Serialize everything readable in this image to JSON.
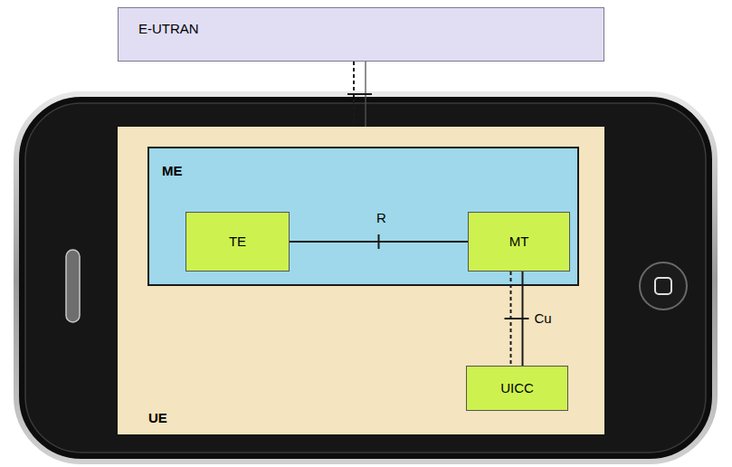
{
  "diagram": {
    "nodes": [
      {
        "text": [
          "E-UTRAN"
        ]
      },
      {
        "text": [
          "UE"
        ]
      },
      {
        "text": [
          "ME"
        ],
        "in": 1
      },
      {
        "text": [
          "TE"
        ],
        "in": 2
      },
      {
        "text": [
          "MT"
        ],
        "in": 2
      },
      {
        "text": [
          "UICC"
        ],
        "in": 1
      }
    ],
    "edges": [
      {
        "from": 0,
        "to": 1,
        "arrow": "none"
      },
      {
        "from": 3,
        "to": 4,
        "label": "R",
        "arrow": "none"
      },
      {
        "from": 4,
        "to": 5,
        "label": "Cu",
        "arrow": "none"
      }
    ]
  }
}
